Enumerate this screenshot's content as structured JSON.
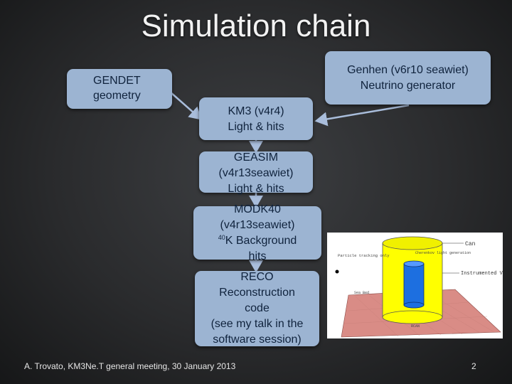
{
  "slide": {
    "title": "Simulation chain",
    "footer": "A. Trovato, KM3Ne.T general meeting, 30 January 2013",
    "page_number": "2"
  },
  "boxes": {
    "gendet": {
      "line1": "GENDET",
      "line2": "geometry"
    },
    "genhen": {
      "line1": "Genhen (v6r10 seawiet)",
      "line2": "Neutrino generator"
    },
    "km3": {
      "line1": "KM3 (v4r4)",
      "line2": "Light & hits"
    },
    "geasim": {
      "line1": "GEASIM",
      "line2": "(v4r13seawiet)",
      "line3": "Light & hits"
    },
    "modk40": {
      "line1": "MODK40",
      "line2": "(v4r13seawiet)",
      "line3_sup": "40",
      "line3": "K Background",
      "line4": "hits"
    },
    "reco": {
      "line1": "RECO",
      "line2": "Reconstruction",
      "line3": "code",
      "line4": "(see my talk in the",
      "line5": "software session)"
    }
  },
  "figure": {
    "label_can": "Can",
    "label_tracking": "Particle tracking only",
    "label_cherenkov": "Cherenkov light generation",
    "label_instrumented": "Instrumented Volume",
    "label_seabed": "Sea Bed",
    "label_rcan": "RCAN",
    "colors": {
      "can": "#ffff00",
      "volume": "#1d6fe0",
      "seabed": "#d98c86"
    }
  }
}
